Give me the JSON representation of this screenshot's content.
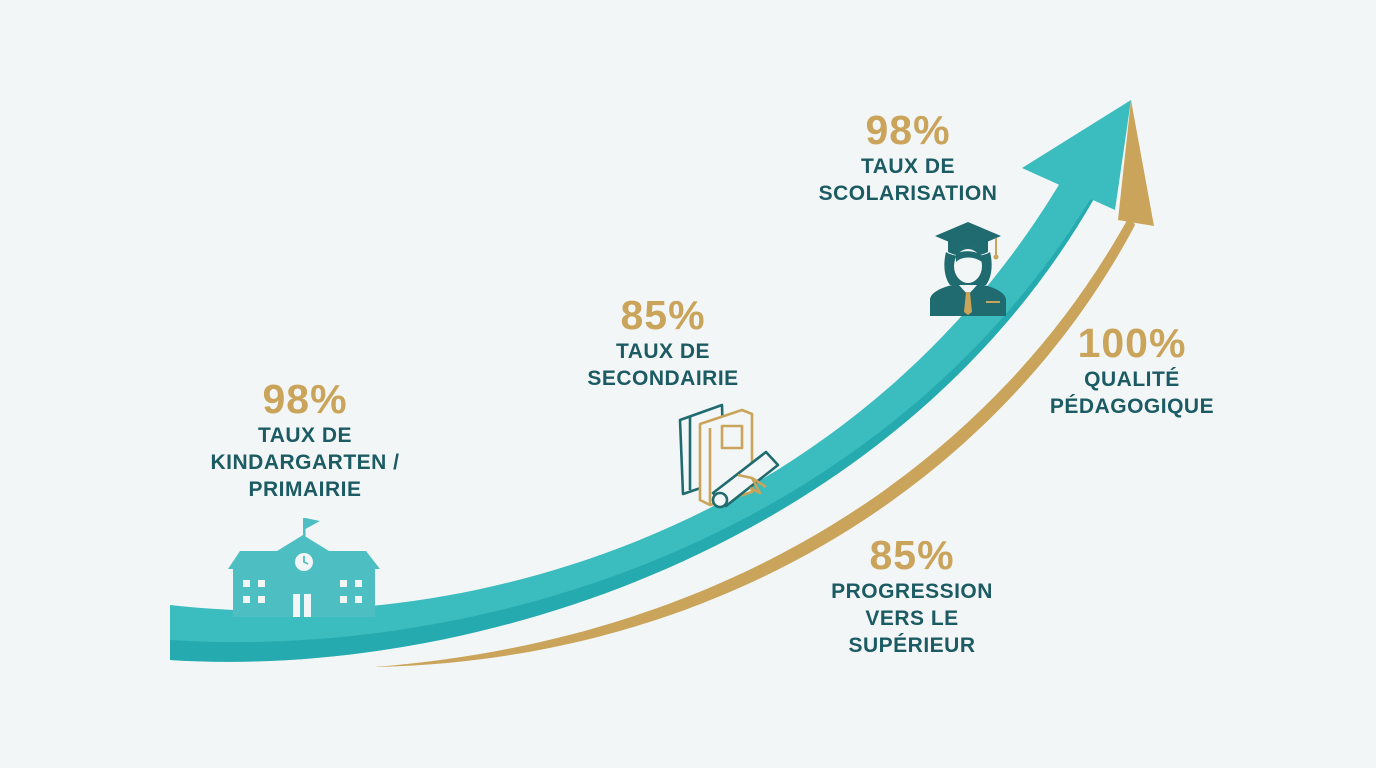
{
  "colors": {
    "background": "#f3f6f6",
    "teal_arrow": "#3bbcbe",
    "teal_dark": "#139aa2",
    "gold": "#c9a45a",
    "percent_text": "#c9a45a",
    "label_text": "#1c5b63",
    "icon_teal": "#4dbfc3",
    "icon_dark": "#1f6b70"
  },
  "stats": [
    {
      "percent": "98%",
      "label_lines": [
        "TAUX DE",
        "KINDARGARTEN /",
        "PRIMAIRIE"
      ]
    },
    {
      "percent": "85%",
      "label_lines": [
        "TAUX DE",
        "SECONDAIRIE"
      ]
    },
    {
      "percent": "98%",
      "label_lines": [
        "TAUX DE",
        "SCOLARISATION"
      ]
    },
    {
      "percent": "100%",
      "label_lines": [
        "QUALITÉ",
        "PÉDAGOGIQUE"
      ]
    },
    {
      "percent": "85%",
      "label_lines": [
        "PROGRESSION",
        "VERS LE",
        "SUPÉRIEUR"
      ]
    }
  ],
  "icons": [
    "school-building-icon",
    "books-diploma-icon",
    "graduate-icon"
  ]
}
